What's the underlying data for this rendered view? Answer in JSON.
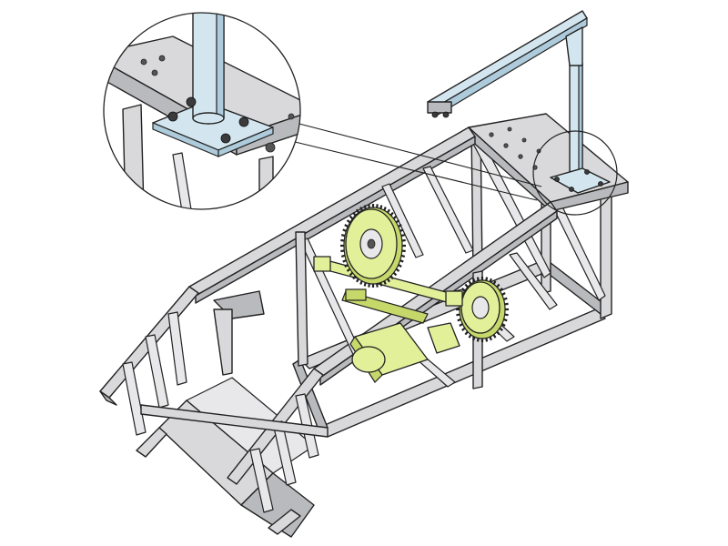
{
  "figure": {
    "colors": {
      "steel_frame": "#d9d9db",
      "steel_shadow": "#b9babd",
      "crane_post": "#d3e6f0",
      "drive_components": "#e3f09a",
      "outline": "#222222"
    },
    "components": [
      "steel-truss-frame",
      "jib-crane-post",
      "jib-crane-boom",
      "trolley-hoist",
      "drive-shaft",
      "large-spur-gear",
      "small-spur-gear",
      "gear-motor",
      "bearing-blocks",
      "walkway-ramp",
      "base-plate-detail-callout"
    ]
  }
}
